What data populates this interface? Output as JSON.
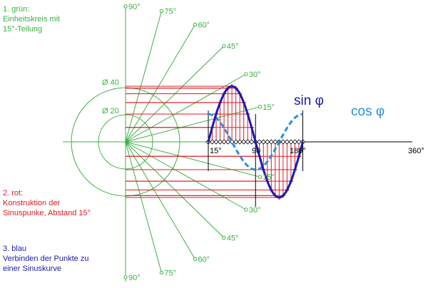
{
  "notes": {
    "green": [
      "1. grün:",
      "Einheitskreis mit",
      "15°-Teilung"
    ],
    "red": [
      "2. rot:",
      "Konstruktion der",
      "Sinuspunke, Abstand 15°"
    ],
    "blue": [
      "3. blau",
      "Verbinden der Punkte zu",
      "einer Sinuskurve"
    ]
  },
  "circle_labels": {
    "large": "Ø 40",
    "small": "Ø 20"
  },
  "angle_labels": {
    "upper": [
      "90°",
      "75°",
      "60°",
      "45°",
      "30°",
      "15°"
    ],
    "lower": [
      "15°",
      "30°",
      "45°",
      "60°",
      "75°",
      "90°"
    ]
  },
  "axis_labels": {
    "a15": "15°",
    "a90": "90",
    "a180": "180°",
    "a360": "360°"
  },
  "curve_labels": {
    "sin": "sin φ",
    "cos": "cos φ"
  },
  "colors": {
    "green": "#3cb043",
    "red": "#e01b24",
    "blue": "#1a1ab0",
    "cos": "#2a8fe0",
    "black": "#000000"
  }
}
